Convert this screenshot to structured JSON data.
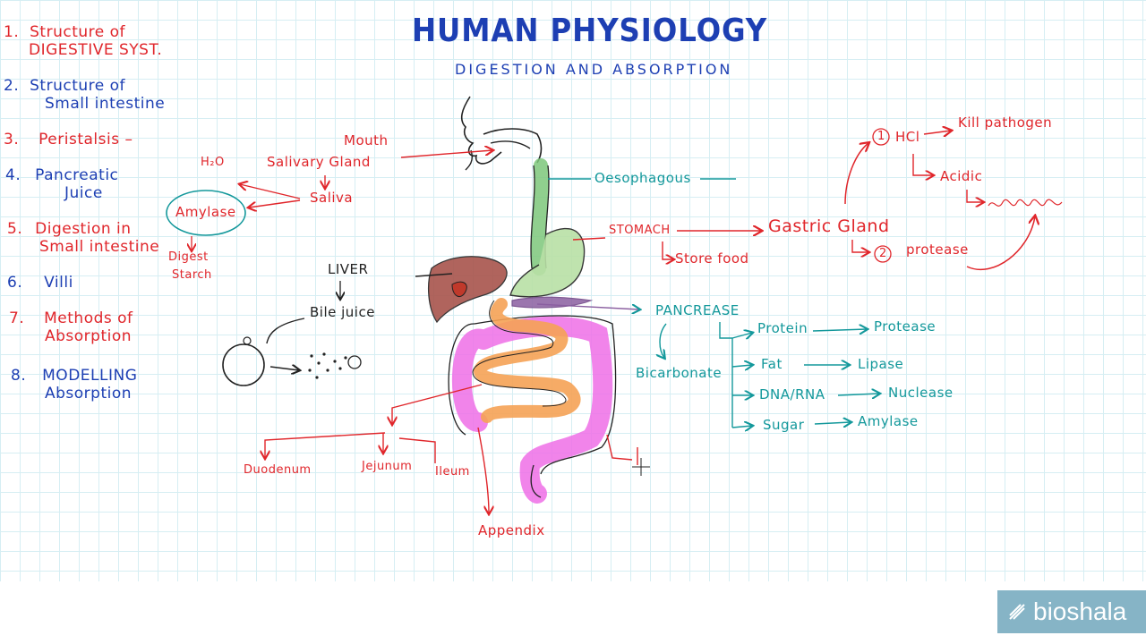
{
  "title": "HUMAN PHYSIOLOGY",
  "subtitle": "DIGESTION AND ABSORPTION",
  "toc": [
    {
      "num": "1.",
      "lines": [
        "Structure of",
        "DIGESTIVE SYST."
      ]
    },
    {
      "num": "2.",
      "lines": [
        "Structure of",
        "Small intestine"
      ]
    },
    {
      "num": "3.",
      "lines": [
        "Peristalsis –"
      ]
    },
    {
      "num": "4.",
      "lines": [
        "Pancreatic",
        "Juice"
      ]
    },
    {
      "num": "5.",
      "lines": [
        "Digestion in",
        "Small intestine"
      ]
    },
    {
      "num": "6.",
      "lines": [
        "Villi"
      ]
    },
    {
      "num": "7.",
      "lines": [
        "Methods of",
        "Absorption"
      ]
    },
    {
      "num": "8.",
      "lines": [
        "MODELLING",
        "Absorption"
      ]
    }
  ],
  "labels": {
    "mouth": "Mouth",
    "salivary_gland": "Salivary Gland",
    "saliva": "Saliva",
    "h2o": "H₂O",
    "amylase": "Amylase",
    "digest": "Digest",
    "starch": "Starch",
    "liver": "LIVER",
    "bile_juice": "Bile juice",
    "oesophagous": "Oesophagous",
    "stomach": "STOMACH",
    "store_food": "Store food",
    "gastric_gland": "Gastric Gland",
    "hcl_num": "1",
    "hcl": "HCl",
    "kill_pathogen": "Kill pathogen",
    "acidic": "Acidic",
    "protease_num": "2",
    "protease": "protease",
    "pancrease": "PANCREASE",
    "bicarbonate": "Bicarbonate",
    "duodenum": "Duodenum",
    "jejunum": "Jejunum",
    "ileum": "Ileum",
    "appendix": "Appendix"
  },
  "pancreatic_enzymes": [
    {
      "substrate": "Protein",
      "enzyme": "Protease"
    },
    {
      "substrate": "Fat",
      "enzyme": "Lipase"
    },
    {
      "substrate": "DNA/RNA",
      "enzyme": "Nuclease"
    },
    {
      "substrate": "Sugar",
      "enzyme": "Amylase"
    }
  ],
  "logo": "bioshala",
  "colors": {
    "red": "#e0262b",
    "blue": "#1d3fb3",
    "teal": "#13989b",
    "esophagus": "#7cc77a",
    "intestine": "#f5a255",
    "colon": "#ee6fe6",
    "liver": "#9b4a44",
    "pancreas": "#8a5fa0"
  }
}
